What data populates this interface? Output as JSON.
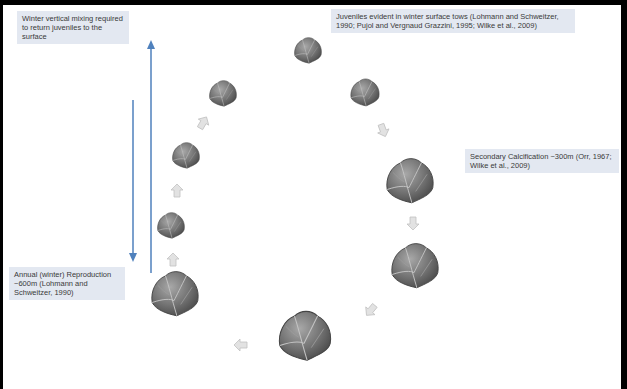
{
  "diagram": {
    "nodes": [
      {
        "text": [
          "Winter vertical mixing required to return juveniles to the surface"
        ]
      },
      {
        "text": [
          "Juveniles evident in winter surface tows (Lohmann and Schweitzer, 1990; Pujol and Vergnaud Grazzini, 1995; Wilke et al., 2009)"
        ]
      },
      {
        "text": [
          "Secondary Calcification ~300m (Orr, 1967; Wilke et al., 2009)"
        ]
      },
      {
        "text": [
          "Annual (winter) Reproduction ~600m (Lohmann and Schweitzer, 1990)"
        ]
      }
    ]
  }
}
